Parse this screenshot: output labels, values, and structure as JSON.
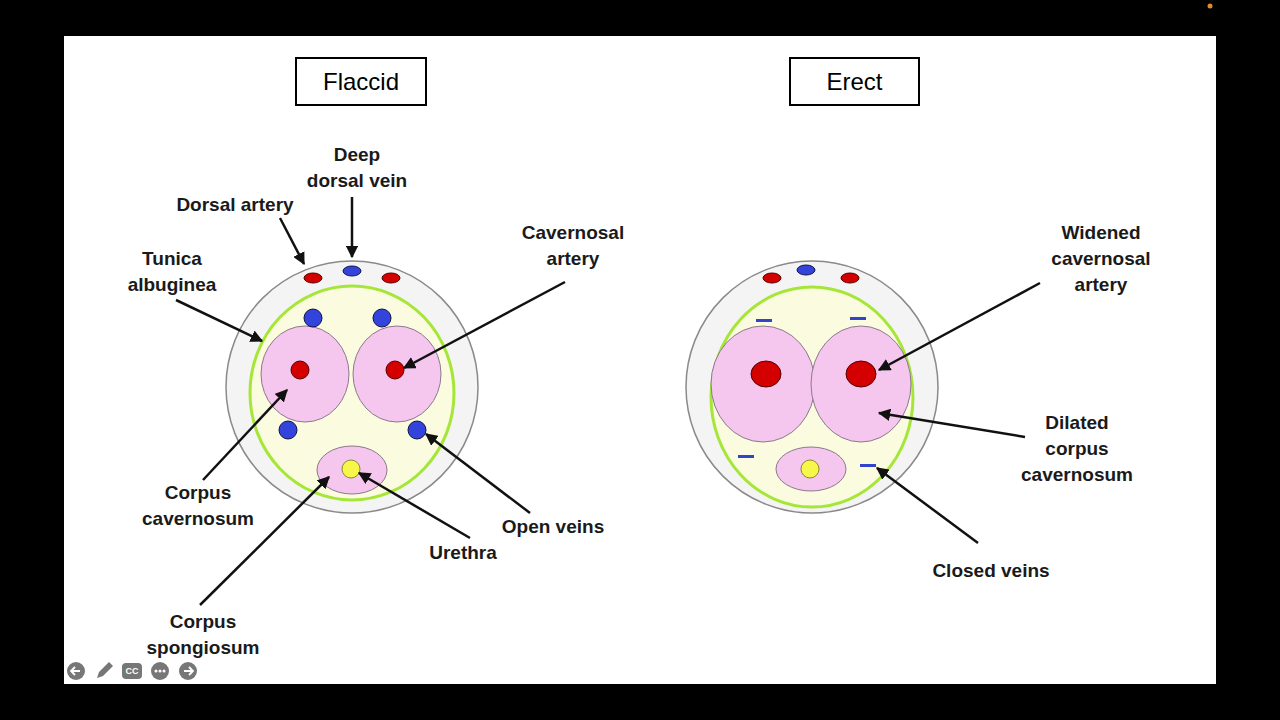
{
  "diagram": {
    "nodes": [
      {
        "text": [
          "Flaccid"
        ]
      },
      {
        "text": [
          "Erect"
        ]
      }
    ],
    "labels": [
      "Deep dorsal vein",
      "Dorsal artery",
      "Tunica albuginea",
      "Cavernosal artery",
      "Widened cavernosal artery",
      "Dilated corpus cavernosum",
      "Corpus cavernosum",
      "Open veins",
      "Urethra",
      "Closed veins",
      "Corpus spongiosum",
      "CC"
    ]
  }
}
